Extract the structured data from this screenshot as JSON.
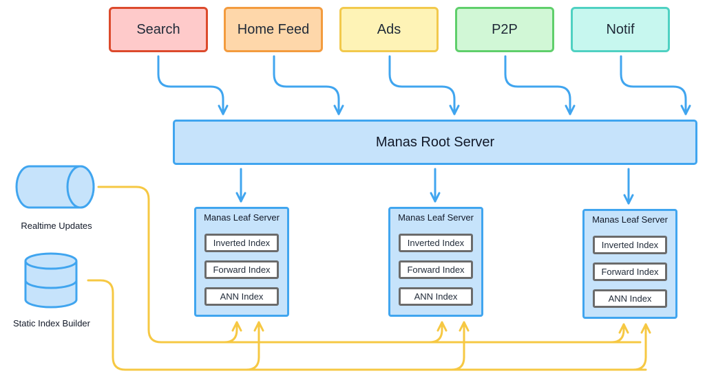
{
  "clients": [
    {
      "label": "Search",
      "fill": "#fecaca",
      "stroke": "#dc4a2c"
    },
    {
      "label": "Home Feed",
      "fill": "#fed7aa",
      "stroke": "#f39b3e"
    },
    {
      "label": "Ads",
      "fill": "#fef3b6",
      "stroke": "#f2c94c"
    },
    {
      "label": "P2P",
      "fill": "#d1f7d6",
      "stroke": "#5fcf6b"
    },
    {
      "label": "Notif",
      "fill": "#c7f7ef",
      "stroke": "#4fd1c2"
    }
  ],
  "root": {
    "label": "Manas Root Server",
    "fill": "#c6e3fb",
    "stroke": "#40a5ef"
  },
  "leaves": [
    {
      "title": "Manas Leaf Server",
      "indexes": [
        "Inverted Index",
        "Forward Index",
        "ANN Index"
      ]
    },
    {
      "title": "Manas Leaf Server",
      "indexes": [
        "Inverted Index",
        "Forward Index",
        "ANN Index"
      ]
    },
    {
      "title": "Manas Leaf Server",
      "indexes": [
        "Inverted Index",
        "Forward Index",
        "ANN Index"
      ]
    }
  ],
  "sources": {
    "realtime": {
      "label": "Realtime Updates",
      "icon": "cylinder-icon"
    },
    "static": {
      "label": "Static Index Builder",
      "icon": "database-icon"
    }
  },
  "colors": {
    "query_arrow": "#40a5ef",
    "update_arrow": "#f6c843",
    "index_border": "#6b6b6b"
  }
}
